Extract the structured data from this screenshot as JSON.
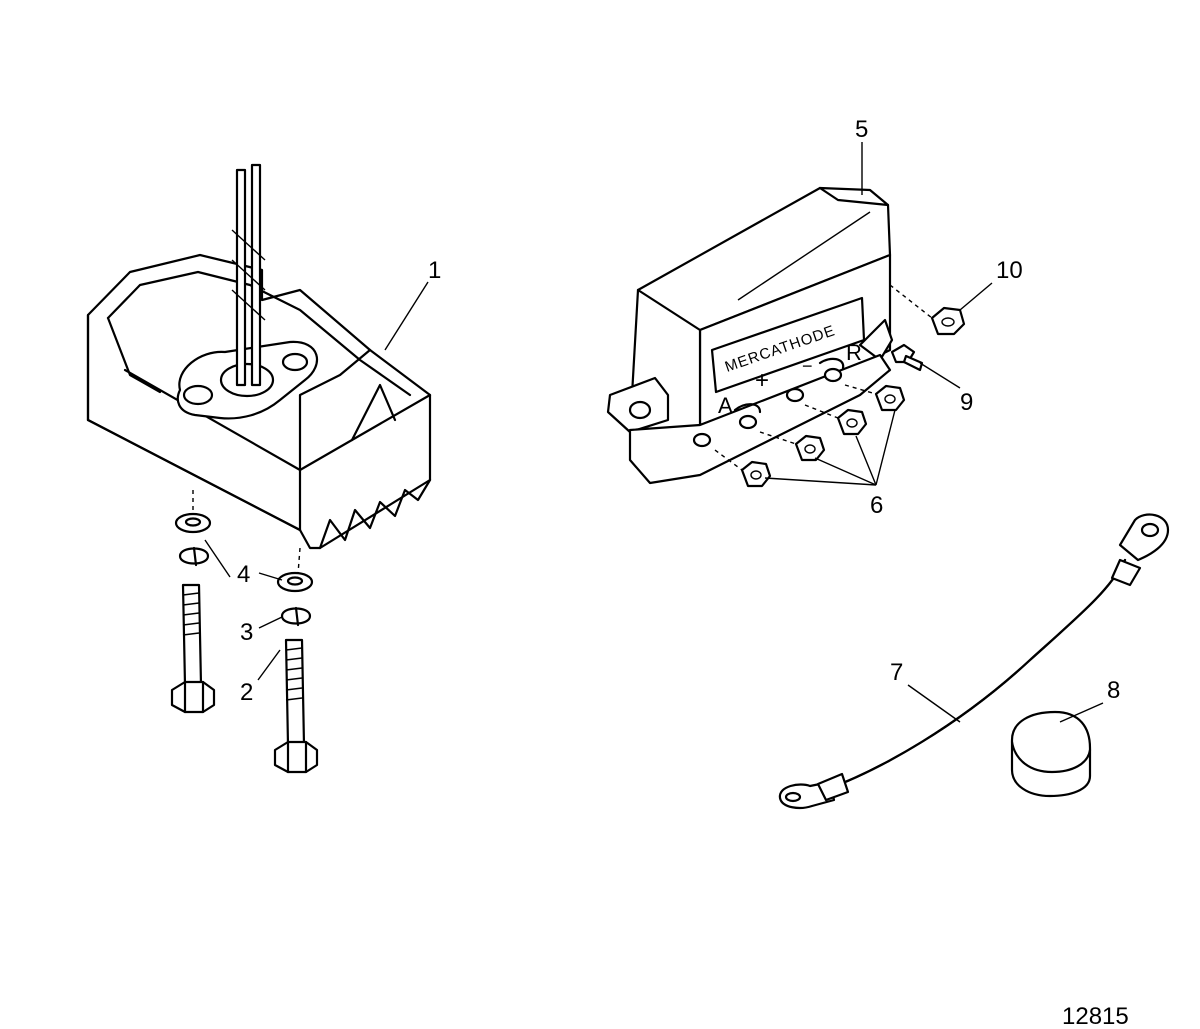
{
  "callouts": {
    "c1": "1",
    "c2": "2",
    "c3": "3",
    "c4": "4",
    "c5": "5",
    "c6": "6",
    "c7": "7",
    "c8": "8",
    "c9": "9",
    "c10": "10"
  },
  "regulator": {
    "brand": "MERCATHODE",
    "terminal_a": "A",
    "terminal_plus": "+",
    "terminal_minus": "−",
    "terminal_r": "R"
  },
  "diagram_number": "12815"
}
